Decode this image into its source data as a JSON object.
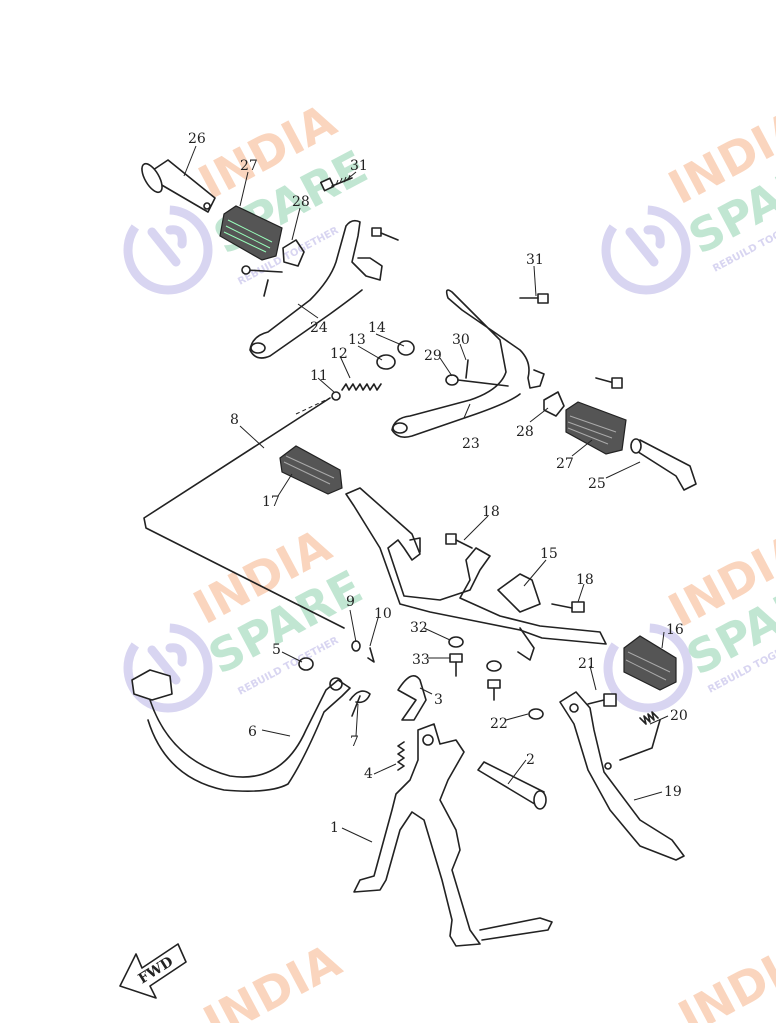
{
  "watermark": {
    "brand_top": "INDIA",
    "brand_bottom": "SPARE",
    "tagline": "REBUILD TOGETHER",
    "color_orange": "#f6b48a",
    "color_green": "#8fd3ae",
    "color_purple": "#b9b3e6"
  },
  "fwd_label": "FWD",
  "callouts": [
    {
      "id": "c1",
      "text": "1"
    },
    {
      "id": "c2",
      "text": "2"
    },
    {
      "id": "c3",
      "text": "3"
    },
    {
      "id": "c4",
      "text": "4"
    },
    {
      "id": "c5",
      "text": "5"
    },
    {
      "id": "c6",
      "text": "6"
    },
    {
      "id": "c7",
      "text": "7"
    },
    {
      "id": "c8",
      "text": "8"
    },
    {
      "id": "c9",
      "text": "9"
    },
    {
      "id": "c10",
      "text": "10"
    },
    {
      "id": "c11",
      "text": "11"
    },
    {
      "id": "c12",
      "text": "12"
    },
    {
      "id": "c13",
      "text": "13"
    },
    {
      "id": "c14",
      "text": "14"
    },
    {
      "id": "c15",
      "text": "15"
    },
    {
      "id": "c16",
      "text": "16"
    },
    {
      "id": "c17",
      "text": "17"
    },
    {
      "id": "c18a",
      "text": "18"
    },
    {
      "id": "c18b",
      "text": "18"
    },
    {
      "id": "c19",
      "text": "19"
    },
    {
      "id": "c20",
      "text": "20"
    },
    {
      "id": "c21",
      "text": "21"
    },
    {
      "id": "c22",
      "text": "22"
    },
    {
      "id": "c23",
      "text": "23"
    },
    {
      "id": "c24",
      "text": "24"
    },
    {
      "id": "c25",
      "text": "25"
    },
    {
      "id": "c26",
      "text": "26"
    },
    {
      "id": "c27a",
      "text": "27"
    },
    {
      "id": "c27b",
      "text": "27"
    },
    {
      "id": "c28a",
      "text": "28"
    },
    {
      "id": "c28b",
      "text": "28"
    },
    {
      "id": "c29",
      "text": "29"
    },
    {
      "id": "c30",
      "text": "30"
    },
    {
      "id": "c31a",
      "text": "31"
    },
    {
      "id": "c31b",
      "text": "31"
    },
    {
      "id": "c32",
      "text": "32"
    },
    {
      "id": "c33",
      "text": "33"
    }
  ]
}
